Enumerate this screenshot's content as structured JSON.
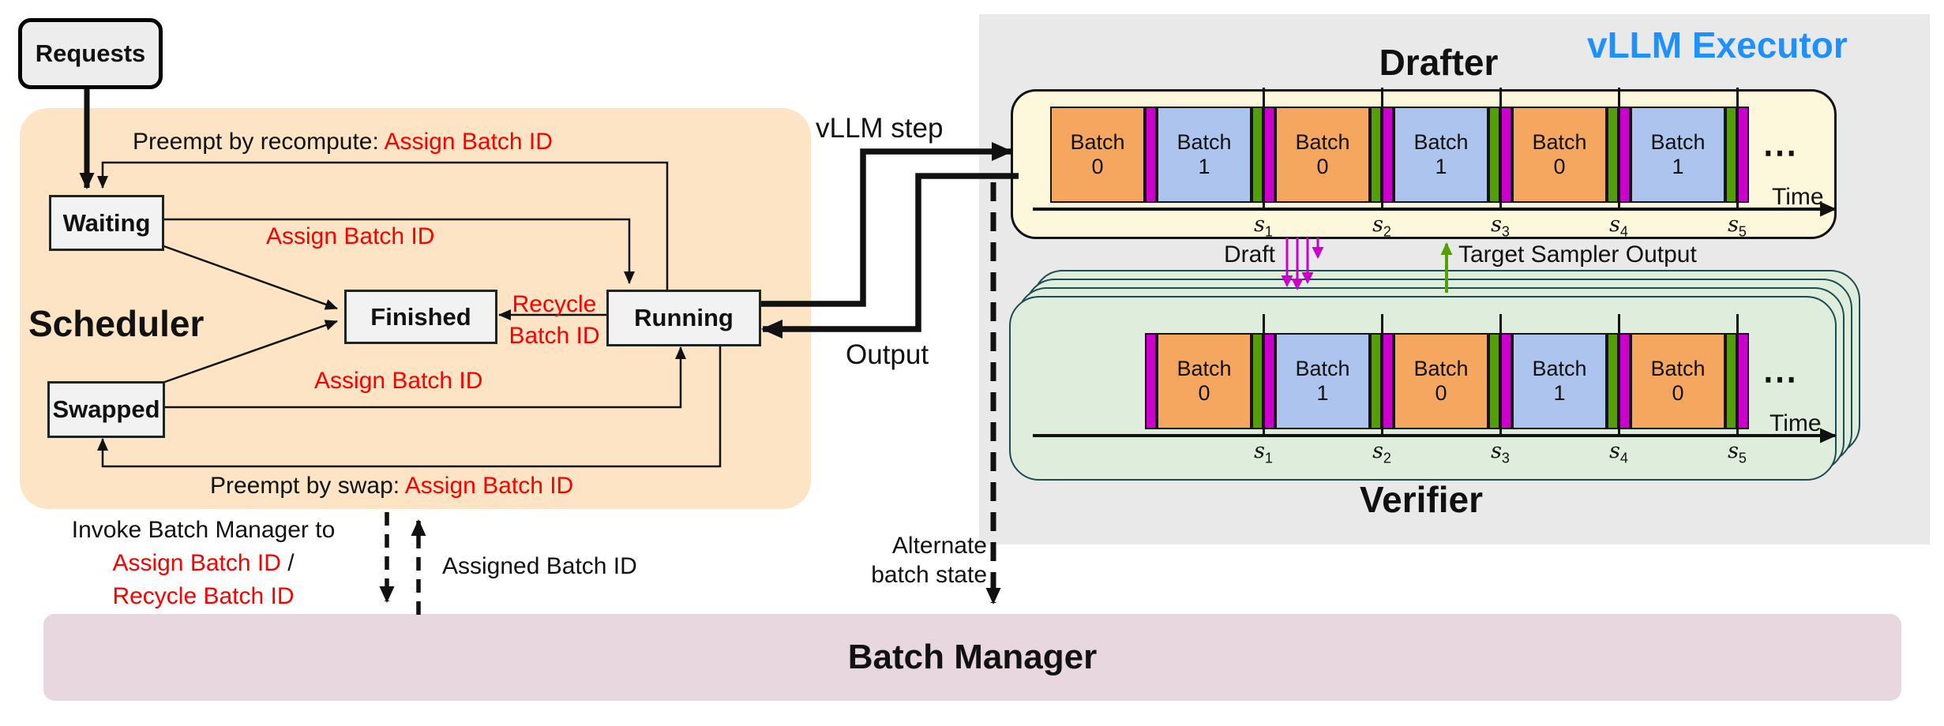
{
  "requests": {
    "label": "Requests"
  },
  "scheduler": {
    "title": "Scheduler",
    "states": {
      "waiting": "Waiting",
      "finished": "Finished",
      "running": "Running",
      "swapped": "Swapped"
    },
    "edges": {
      "preempt_recompute": {
        "black": "Preempt by recompute: ",
        "red": "Assign Batch ID"
      },
      "waiting_to_running": {
        "red": "Assign Batch ID"
      },
      "recycle": {
        "red_line1": "Recycle",
        "red_line2": "Batch ID"
      },
      "swapped_to_running": {
        "red": "Assign Batch ID"
      },
      "preempt_swap": {
        "black": "Preempt by swap: ",
        "red": "Assign Batch ID"
      }
    }
  },
  "executor": {
    "title": "vLLM Executor",
    "drafter_title": "Drafter",
    "verifier_title": "Verifier",
    "step_label": "vLLM step",
    "output_label": "Output",
    "draft_label": "Draft",
    "target_label": "Target Sampler Output",
    "time_label": "Time",
    "ellipsis": "⋯"
  },
  "timelines": {
    "block_labels": {
      "batch0": [
        "Batch",
        "0"
      ],
      "batch1": [
        "Batch",
        "1"
      ]
    },
    "ticks": [
      {
        "base": "s",
        "sub": "1"
      },
      {
        "base": "s",
        "sub": "2"
      },
      {
        "base": "s",
        "sub": "3"
      },
      {
        "base": "s",
        "sub": "4"
      },
      {
        "base": "s",
        "sub": "5"
      }
    ],
    "drafter_sequence": [
      {
        "type": "block",
        "batch": 0
      },
      {
        "type": "strip",
        "color": "magenta"
      },
      {
        "type": "block",
        "batch": 1
      },
      {
        "type": "boundary",
        "tick": 0
      },
      {
        "type": "block",
        "batch": 0
      },
      {
        "type": "boundary",
        "tick": 1
      },
      {
        "type": "block",
        "batch": 1
      },
      {
        "type": "boundary",
        "tick": 2
      },
      {
        "type": "block",
        "batch": 0
      },
      {
        "type": "boundary",
        "tick": 3
      },
      {
        "type": "block",
        "batch": 1
      },
      {
        "type": "boundary",
        "tick": 4
      }
    ],
    "verifier_sequence": [
      {
        "type": "gap"
      },
      {
        "type": "strip",
        "color": "magenta"
      },
      {
        "type": "block",
        "batch": 0
      },
      {
        "type": "boundary",
        "tick": 0
      },
      {
        "type": "block",
        "batch": 1
      },
      {
        "type": "boundary",
        "tick": 1
      },
      {
        "type": "block",
        "batch": 0
      },
      {
        "type": "boundary",
        "tick": 2
      },
      {
        "type": "block",
        "batch": 1
      },
      {
        "type": "boundary",
        "tick": 3
      },
      {
        "type": "block",
        "batch": 0
      },
      {
        "type": "boundary",
        "tick": 4
      }
    ]
  },
  "batch_manager": {
    "title": "Batch Manager",
    "invoke_line1": "Invoke Batch Manager to",
    "invoke_line2_red": "Assign Batch ID",
    "invoke_line2_black": " /",
    "invoke_line3_red": "Recycle Batch ID",
    "assigned_label": "Assigned Batch ID",
    "alternate_line1": "Alternate",
    "alternate_line2": "batch state"
  },
  "colors": {
    "scheduler_bg": "#FCE4C4",
    "executor_bg": "#E9E9E9",
    "drafter_bg": "#FDF8DC",
    "verifier_bg": "#DEEDDC",
    "verifier_border": "#1E4A52",
    "manager_bg": "#E9D7DF",
    "box_bg": "#F2F2F2",
    "orange": "#F6A75F",
    "blue": "#ADC5EE",
    "magenta": "#CC00CC",
    "green": "#52A005",
    "red": "#FB0000",
    "executor_accent": "#1E90FF"
  }
}
